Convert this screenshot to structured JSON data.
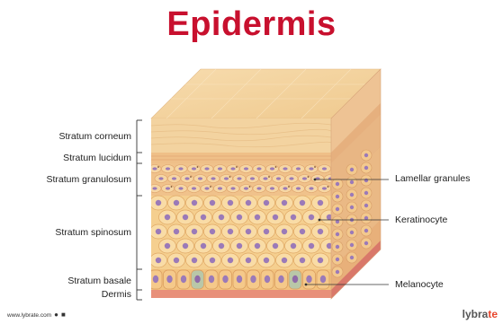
{
  "title": "Epidermis",
  "layers": {
    "stratum_corneum": "Stratum corneum",
    "stratum_lucidum": "Stratum lucidum",
    "stratum_granulosum": "Stratum granulosum",
    "stratum_spinosum": "Stratum spinosum",
    "stratum_basale": "Stratum basale",
    "dermis": "Dermis"
  },
  "cells": {
    "lamellar_granules": "Lamellar granules",
    "keratinocyte": "Keratinocyte",
    "melanocyte": "Melanocyte"
  },
  "footer": {
    "site": "www.lybrate.com",
    "brand_main": "lybra",
    "brand_accent": "te",
    "icons": [
      "android-icon",
      "apple-icon"
    ]
  },
  "colors": {
    "title": "#c8102e",
    "corneum": "#f1cf9b",
    "spinosum": "#f4cc88",
    "nucleus": "#9b7ab8",
    "dermis": "#e8907a",
    "melanocyte": "#b9c7a8"
  }
}
